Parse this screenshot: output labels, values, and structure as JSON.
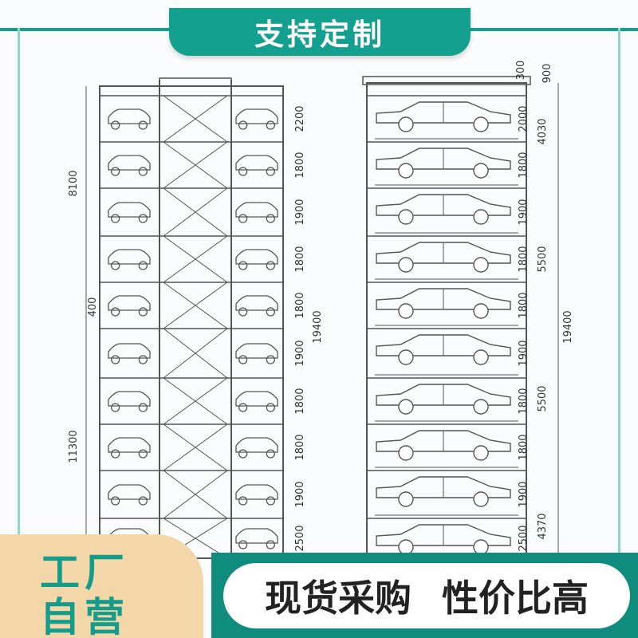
{
  "banners": {
    "top": "支持定制",
    "left_line1": "工厂",
    "left_line2": "自营",
    "bottom_left": "现货采购",
    "bottom_right": "性价比高"
  },
  "drawing": {
    "left_view": {
      "dims_outer_left": [
        "8100",
        "400",
        "11300"
      ],
      "dims_levels": [
        "2200",
        "1800",
        "1900",
        "1800",
        "1800",
        "1900",
        "1800",
        "1800",
        "1900",
        "2500"
      ],
      "dim_total": "19400"
    },
    "right_view": {
      "dims_top": [
        "300",
        "900"
      ],
      "dims_levels": [
        "2000",
        "1800",
        "1900",
        "1800",
        "1800",
        "1900",
        "1800",
        "1800",
        "1900",
        "2500"
      ],
      "dims_groups": [
        "4030",
        "5500",
        "5500",
        "4370"
      ],
      "dim_total": "19400"
    }
  },
  "colors": {
    "teal": "#14a08f",
    "teal_dark": "#0f8c7d",
    "badge": "#f3d7a9",
    "line": "#555555"
  }
}
